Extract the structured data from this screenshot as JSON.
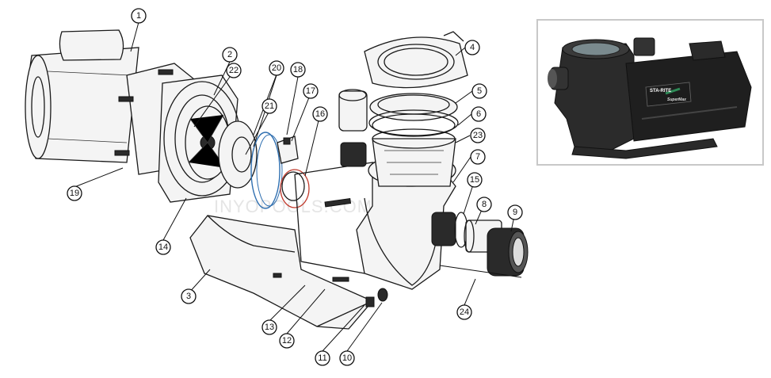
{
  "callouts": [
    {
      "id": "1",
      "label": "1"
    },
    {
      "id": "2",
      "label": "2"
    },
    {
      "id": "3",
      "label": "3"
    },
    {
      "id": "4",
      "label": "4"
    },
    {
      "id": "5",
      "label": "5"
    },
    {
      "id": "6",
      "label": "6"
    },
    {
      "id": "7",
      "label": "7"
    },
    {
      "id": "8",
      "label": "8"
    },
    {
      "id": "9",
      "label": "9"
    },
    {
      "id": "10",
      "label": "10"
    },
    {
      "id": "11",
      "label": "11"
    },
    {
      "id": "12",
      "label": "12"
    },
    {
      "id": "13",
      "label": "13"
    },
    {
      "id": "14",
      "label": "14"
    },
    {
      "id": "15",
      "label": "15"
    },
    {
      "id": "16",
      "label": "16"
    },
    {
      "id": "17",
      "label": "17"
    },
    {
      "id": "18",
      "label": "18"
    },
    {
      "id": "19",
      "label": "19"
    },
    {
      "id": "20",
      "label": "20"
    },
    {
      "id": "21",
      "label": "21"
    },
    {
      "id": "22",
      "label": "22"
    },
    {
      "id": "23",
      "label": "23"
    },
    {
      "id": "24",
      "label": "24"
    }
  ],
  "watermark": "INYOPOOLS.COM",
  "photo": {
    "brand": "STA-RITE",
    "model": "SuperMax"
  },
  "colors": {
    "line": "#1a1a1a",
    "photo_border": "#c8c8c8",
    "accent_red": "#c0392b",
    "accent_blue": "#2f6fb0"
  }
}
